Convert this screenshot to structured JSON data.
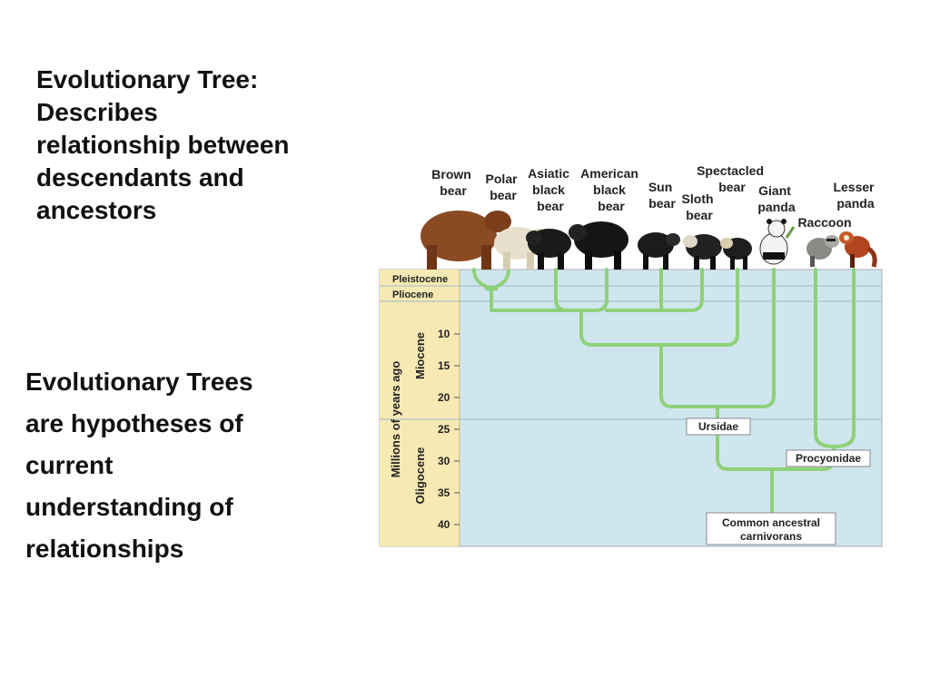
{
  "slide": {
    "heading_lines": [
      "Evolutionary Tree:",
      "Describes",
      "relationship between",
      "descendants and",
      "ancestors"
    ],
    "body_lines": [
      "Evolutionary Trees",
      "are hypotheses of",
      "current",
      "understanding of",
      "relationships"
    ]
  },
  "diagram": {
    "colors": {
      "background": "#cfe6ee",
      "sidebar": "#f7e9b4",
      "branch": "#8ed17a",
      "grid": "#9dbac4"
    },
    "species": [
      {
        "id": "brown",
        "lines": [
          "Brown",
          "bear"
        ]
      },
      {
        "id": "polar",
        "lines": [
          "Polar",
          "bear"
        ]
      },
      {
        "id": "asiatic",
        "lines": [
          "Asiatic",
          "black",
          "bear"
        ]
      },
      {
        "id": "american",
        "lines": [
          "American",
          "black",
          "bear"
        ]
      },
      {
        "id": "sun",
        "lines": [
          "Sun",
          "bear"
        ]
      },
      {
        "id": "sloth",
        "lines": [
          "Sloth",
          "bear"
        ]
      },
      {
        "id": "spectacled",
        "lines": [
          "Spectacled",
          "bear"
        ]
      },
      {
        "id": "giant",
        "lines": [
          "Giant",
          "panda"
        ]
      },
      {
        "id": "raccoon",
        "lines": [
          "Raccoon"
        ]
      },
      {
        "id": "lesser",
        "lines": [
          "Lesser",
          "panda"
        ]
      }
    ],
    "epochs": {
      "pleistocene": "Pleistocene",
      "pliocene": "Pliocene",
      "miocene": "Miocene",
      "oligocene": "Oligocene"
    },
    "axis_label": "Millions of years ago",
    "ticks": [
      "10",
      "15",
      "20",
      "25",
      "30",
      "35",
      "40"
    ],
    "groups": {
      "ursidae": "Ursidae",
      "procyonidae": "Procyonidae",
      "common": [
        "Common ancestral",
        "carnivorans"
      ]
    }
  }
}
